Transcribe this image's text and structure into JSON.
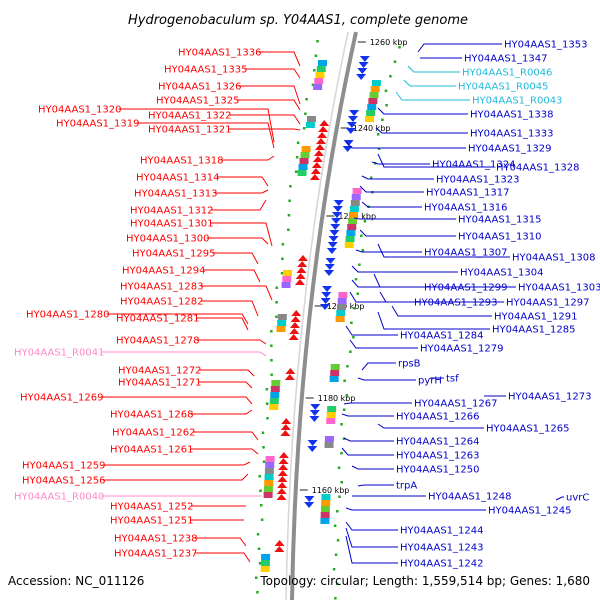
{
  "title": "Hydrogenobaculum sp. Y04AAS1, complete genome",
  "footer": {
    "accession": "Accession: NC_011126",
    "summary": "Topology: circular; Length: 1,559,514 bp; Genes: 1,680"
  },
  "colors": {
    "forward_label": "#ff0000",
    "reverse_label": "#0000cc",
    "rna_forward_label": "#ff88cc",
    "rna_reverse_label": "#22bbdd",
    "backbone": "#999999"
  },
  "scale_ticks": [
    "1260 kbp",
    "1240 kbp",
    "1220 kbp",
    "1200 kbp",
    "1180 kbp",
    "1160 kbp"
  ],
  "left_labels": [
    "HY04AAS1_1336",
    "HY04AAS1_1335",
    "HY04AAS1_1326",
    "HY04AAS1_1325",
    "HY04AAS1_1320",
    "HY04AAS1_1322",
    "HY04AAS1_1319",
    "HY04AAS1_1321",
    "HY04AAS1_1318",
    "HY04AAS1_1314",
    "HY04AAS1_1313",
    "HY04AAS1_1312",
    "HY04AAS1_1301",
    "HY04AAS1_1300",
    "HY04AAS1_1295",
    "HY04AAS1_1294",
    "HY04AAS1_1283",
    "HY04AAS1_1282",
    "HY04AAS1_1280",
    "HY04AAS1_1281",
    "HY04AAS1_1278",
    "HY04AAS1_R0041",
    "HY04AAS1_1272",
    "HY04AAS1_1271",
    "HY04AAS1_1269",
    "HY04AAS1_1268",
    "HY04AAS1_1262",
    "HY04AAS1_1261",
    "HY04AAS1_1259",
    "HY04AAS1_1256",
    "HY04AAS1_R0040",
    "HY04AAS1_1252",
    "HY04AAS1_1251",
    "HY04AAS1_1238",
    "HY04AAS1_1237"
  ],
  "right_labels": [
    "HY04AAS1_1353",
    "HY04AAS1_1347",
    "HY04AAS1_R0046",
    "HY04AAS1_R0045",
    "HY04AAS1_R0043",
    "HY04AAS1_1338",
    "HY04AAS1_1333",
    "HY04AAS1_1329",
    "HY04AAS1_1328",
    "HY04AAS1_1324",
    "HY04AAS1_1323",
    "HY04AAS1_1317",
    "HY04AAS1_1316",
    "HY04AAS1_1315",
    "HY04AAS1_1310",
    "HY04AAS1_1308",
    "HY04AAS1_1307",
    "HY04AAS1_1304",
    "HY04AAS1_1303",
    "HY04AAS1_1299",
    "HY04AAS1_1297",
    "HY04AAS1_1293",
    "HY04AAS1_1291",
    "HY04AAS1_1285",
    "HY04AAS1_1284",
    "HY04AAS1_1279",
    "rpsB",
    "pyrH",
    "tsf",
    "HY04AAS1_1273",
    "HY04AAS1_1267",
    "HY04AAS1_1266",
    "HY04AAS1_1265",
    "HY04AAS1_1264",
    "HY04AAS1_1263",
    "HY04AAS1_1250",
    "trpA",
    "HY04AAS1_1248",
    "uvrC",
    "HY04AAS1_1245",
    "HY04AAS1_1244",
    "HY04AAS1_1243",
    "HY04AAS1_1242"
  ]
}
